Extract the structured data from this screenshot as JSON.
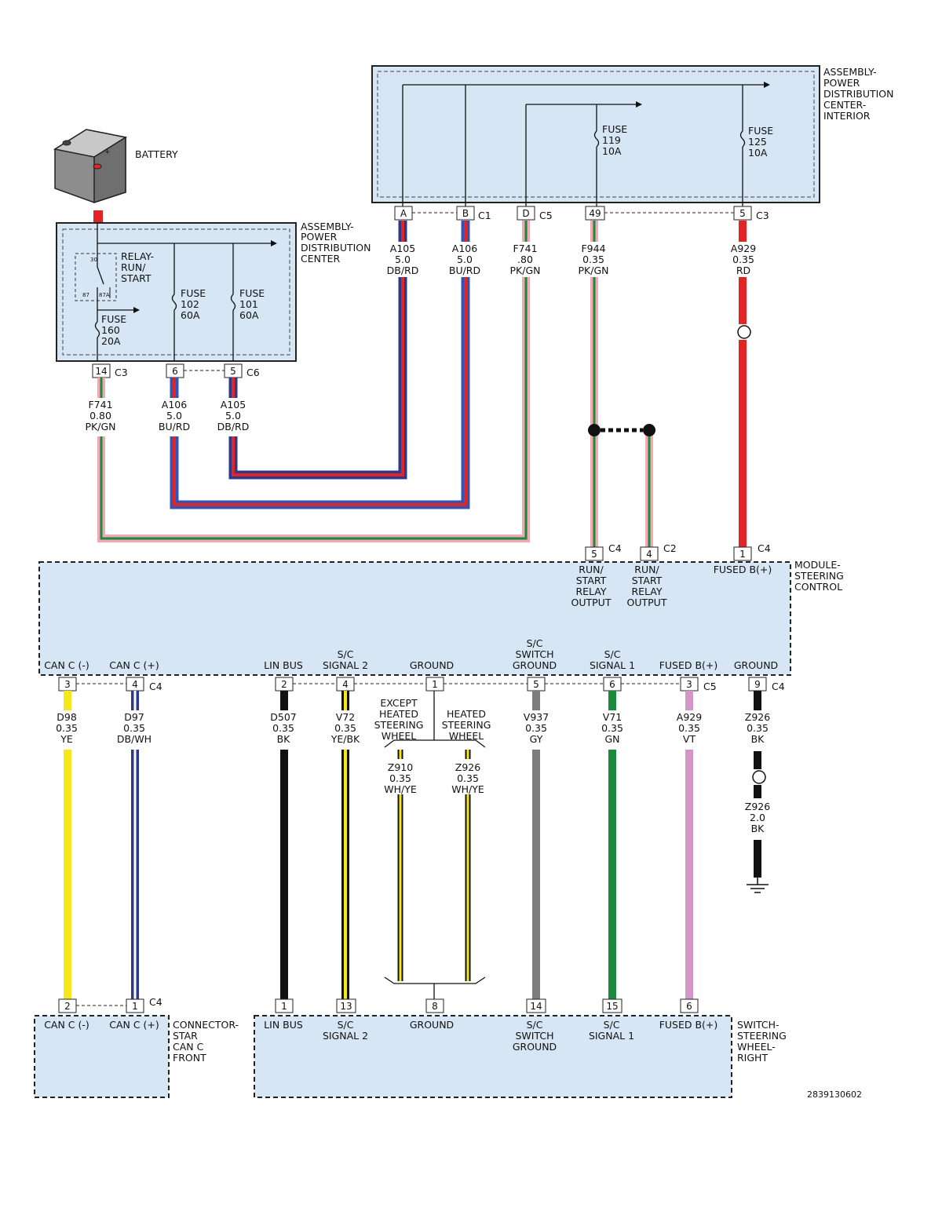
{
  "battery_label": "BATTERY",
  "pdc": {
    "title": [
      "ASSEMBLY-",
      "POWER",
      "DISTRIBUTION",
      "CENTER"
    ],
    "relay": [
      "RELAY-",
      "RUN/",
      "START"
    ],
    "relay_pins": [
      "30",
      "87",
      "87A"
    ],
    "fuses": [
      {
        "lines": [
          "FUSE",
          "160",
          "20A"
        ]
      },
      {
        "lines": [
          "FUSE",
          "102",
          "60A"
        ]
      },
      {
        "lines": [
          "FUSE",
          "101",
          "60A"
        ]
      }
    ],
    "pins": [
      "14",
      "6",
      "5"
    ],
    "connectors": [
      "C3",
      "C6"
    ]
  },
  "pdci": {
    "title": [
      "ASSEMBLY-",
      "POWER",
      "DISTRIBUTION",
      "CENTER-",
      "INTERIOR"
    ],
    "fuses": [
      {
        "lines": [
          "FUSE",
          "119",
          "10A"
        ]
      },
      {
        "lines": [
          "FUSE",
          "125",
          "10A"
        ]
      }
    ],
    "pins": [
      "A",
      "B",
      "D",
      "49",
      "5"
    ],
    "connectors": [
      "C1",
      "C5",
      "C3"
    ]
  },
  "wires_top": [
    {
      "lines": [
        "A105",
        "5.0",
        "DB/RD"
      ]
    },
    {
      "lines": [
        "A106",
        "5.0",
        "BU/RD"
      ]
    },
    {
      "lines": [
        "F741",
        ".80",
        "PK/GN"
      ]
    },
    {
      "lines": [
        "F944",
        "0.35",
        "PK/GN"
      ]
    },
    {
      "lines": [
        "A929",
        "0.35",
        "RD"
      ]
    }
  ],
  "wires_pdc": [
    {
      "lines": [
        "F741",
        "0.80",
        "PK/GN"
      ]
    },
    {
      "lines": [
        "A106",
        "5.0",
        "BU/RD"
      ]
    },
    {
      "lines": [
        "A105",
        "5.0",
        "DB/RD"
      ]
    }
  ],
  "module": {
    "title": [
      "MODULE-",
      "STEERING",
      "CONTROL"
    ],
    "top_pins": [
      "5",
      "4",
      "1"
    ],
    "top_connectors": [
      "C4",
      "C2",
      "C4"
    ],
    "top_labels": [
      {
        "lines": [
          "RUN/",
          "START",
          "RELAY",
          "OUTPUT"
        ]
      },
      {
        "lines": [
          "RUN/",
          "START",
          "RELAY",
          "OUTPUT"
        ]
      },
      {
        "lines": [
          "FUSED B(+)"
        ]
      }
    ],
    "bottom_labels": [
      {
        "lines": [
          "CAN C (-)"
        ]
      },
      {
        "lines": [
          "CAN C (+)"
        ]
      },
      {
        "lines": [
          "LIN BUS"
        ]
      },
      {
        "lines": [
          "S/C",
          "SIGNAL 2"
        ]
      },
      {
        "lines": [
          "GROUND"
        ]
      },
      {
        "lines": [
          "S/C",
          "SWITCH",
          "GROUND"
        ]
      },
      {
        "lines": [
          "S/C",
          "SIGNAL 1"
        ]
      },
      {
        "lines": [
          "FUSED B(+)"
        ]
      },
      {
        "lines": [
          "GROUND"
        ]
      }
    ],
    "bottom_pins": [
      "3",
      "4",
      "2",
      "4",
      "1",
      "5",
      "6",
      "3",
      "9"
    ],
    "bottom_connectors": [
      "C4",
      "C5",
      "C4"
    ]
  },
  "wires_bottom": [
    {
      "lines": [
        "D98",
        "0.35",
        "YE"
      ]
    },
    {
      "lines": [
        "D97",
        "0.35",
        "DB/WH"
      ]
    },
    {
      "lines": [
        "D507",
        "0.35",
        "BK"
      ]
    },
    {
      "lines": [
        "V72",
        "0.35",
        "YE/BK"
      ]
    },
    {
      "lines": [
        "V937",
        "0.35",
        "GY"
      ]
    },
    {
      "lines": [
        "V71",
        "0.35",
        "GN"
      ]
    },
    {
      "lines": [
        "A929",
        "0.35",
        "VT"
      ]
    },
    {
      "lines": [
        "Z926",
        "0.35",
        "BK"
      ]
    }
  ],
  "ground_branches": [
    {
      "lines": [
        "EXCEPT",
        "HEATED",
        "STEERING",
        "WHEEL"
      ]
    },
    {
      "lines": [
        "HEATED",
        "STEERING",
        "WHEEL"
      ]
    }
  ],
  "ground_wires": [
    {
      "lines": [
        "Z910",
        "0.35",
        "WH/YE"
      ]
    },
    {
      "lines": [
        "Z926",
        "0.35",
        "WH/YE"
      ]
    }
  ],
  "ground_splice_wire": {
    "lines": [
      "Z926",
      "2.0",
      "BK"
    ]
  },
  "star": {
    "title": [
      "CONNECTOR-",
      "STAR",
      "CAN C",
      "FRONT"
    ],
    "labels": [
      {
        "lines": [
          "CAN C (-)"
        ]
      },
      {
        "lines": [
          "CAN C (+)"
        ]
      }
    ],
    "pins": [
      "2",
      "1"
    ],
    "connector": "C4"
  },
  "switch": {
    "title": [
      "SWITCH-",
      "STEERING",
      "WHEEL-",
      "RIGHT"
    ],
    "labels": [
      {
        "lines": [
          "LIN BUS"
        ]
      },
      {
        "lines": [
          "S/C",
          "SIGNAL 2"
        ]
      },
      {
        "lines": [
          "GROUND"
        ]
      },
      {
        "lines": [
          "S/C",
          "SWITCH",
          "GROUND"
        ]
      },
      {
        "lines": [
          "S/C",
          "SIGNAL 1"
        ]
      },
      {
        "lines": [
          "FUSED B(+)"
        ]
      }
    ],
    "pins": [
      "1",
      "13",
      "8",
      "14",
      "15",
      "6"
    ]
  },
  "figure_id": "2839130602",
  "colors": {
    "box_fill": "#d6e6f4",
    "db": "#2c3a8c",
    "bu": "#2f55b8",
    "rd": "#e32424",
    "pk": "#f2a7b4",
    "gn": "#1b8a3c",
    "ye": "#f6e61a",
    "bk": "#111111",
    "gy": "#7d7d7d",
    "vt": "#d495c8",
    "wh": "#ffffff"
  }
}
